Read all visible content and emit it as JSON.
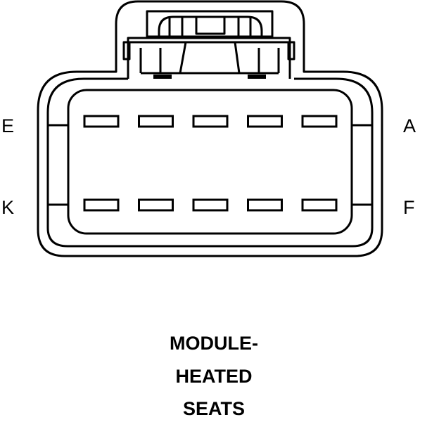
{
  "connector": {
    "labels": {
      "top_left": "E",
      "bottom_left": "K",
      "top_right": "A",
      "bottom_right": "F"
    },
    "pin_rows": 2,
    "pins_per_row": 5
  },
  "caption": {
    "line1": "MODULE-",
    "line2": "HEATED",
    "line3": "SEATS"
  }
}
